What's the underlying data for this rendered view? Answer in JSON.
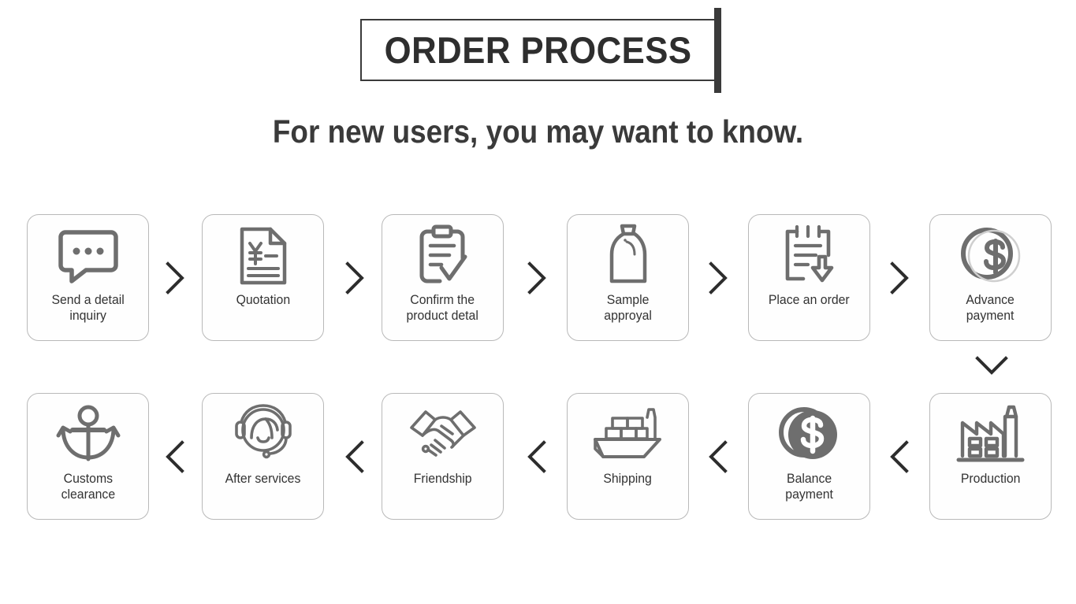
{
  "header": {
    "title": "ORDER PROCESS",
    "subtitle": "For new users, you may want to know."
  },
  "colors": {
    "text": "#333333",
    "title": "#2e2e2e",
    "card_border": "#b9b9b9",
    "icon_stroke": "#6e6e6e",
    "chevron": "#2d2d2d",
    "background": "#ffffff",
    "coin_fill": "#6e6e6e"
  },
  "flow": {
    "row1_direction": "left-to-right",
    "row2_direction": "right-to-left",
    "connector_between_rows": "chevron-down",
    "row1_separator": "chevron-right",
    "row2_separator": "chevron-left",
    "steps": [
      {
        "order": 1,
        "label": "Send a detail\ninquiry",
        "icon": "speech-bubble-icon"
      },
      {
        "order": 2,
        "label": "Quotation",
        "icon": "document-yen-icon"
      },
      {
        "order": 3,
        "label": "Confirm the\nproduct detal",
        "icon": "clipboard-check-icon"
      },
      {
        "order": 4,
        "label": "Sample\napproyal",
        "icon": "sample-bottle-icon"
      },
      {
        "order": 5,
        "label": "Place an order",
        "icon": "order-download-icon"
      },
      {
        "order": 6,
        "label": "Advance\npayment",
        "icon": "coin-dollar-outline-icon"
      },
      {
        "order": 7,
        "label": "Production",
        "icon": "factory-icon"
      },
      {
        "order": 8,
        "label": "Balance\npayment",
        "icon": "coin-dollar-filled-icon"
      },
      {
        "order": 9,
        "label": "Shipping",
        "icon": "cargo-ship-icon"
      },
      {
        "order": 10,
        "label": "Friendship",
        "icon": "handshake-icon"
      },
      {
        "order": 11,
        "label": "After services",
        "icon": "headset-support-icon"
      },
      {
        "order": 12,
        "label": "Customs\nclearance",
        "icon": "anchor-icon"
      }
    ]
  }
}
